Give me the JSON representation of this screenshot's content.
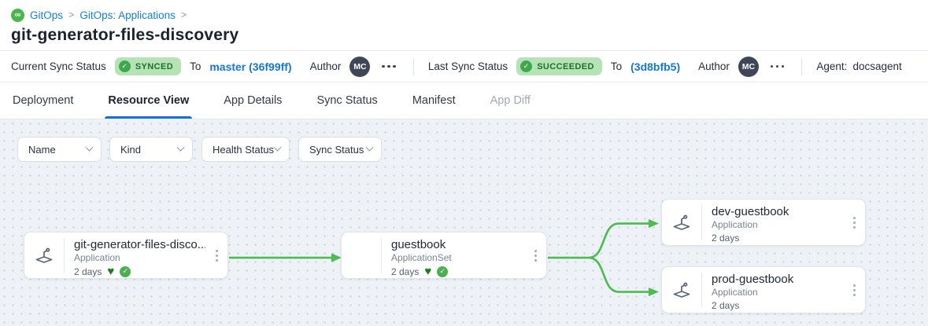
{
  "colors": {
    "link_blue": "#1580d8",
    "revision_blue": "#1478d1",
    "tab_accent_blue": "#1173d4",
    "edge_green": "#4cbb50",
    "badge_bg_green": "#b5e3b6",
    "badge_text_green": "#1e6f2d",
    "logo_green": "#49b749",
    "graph_bg": "#eef2f7"
  },
  "breadcrumb": {
    "separator": ">",
    "items": [
      "GitOps",
      "GitOps: Applications"
    ]
  },
  "page": {
    "title": "git-generator-files-discovery"
  },
  "status_bar": {
    "current_sync": {
      "label": "Current Sync Status",
      "badge": "SYNCED",
      "to_label": "To",
      "revision": "master (36f99ff)",
      "author_label": "Author",
      "author_initials": "MC"
    },
    "last_sync": {
      "label": "Last Sync Status",
      "badge": "SUCCEEDED",
      "to_label": "To",
      "revision": "(3d8bfb5)",
      "author_label": "Author",
      "author_initials": "MC"
    },
    "agent": {
      "label": "Agent:",
      "value": "docsagent"
    }
  },
  "tabs": [
    {
      "label": "Deployment"
    },
    {
      "label": "Resource View",
      "active": true
    },
    {
      "label": "App Details"
    },
    {
      "label": "Sync Status"
    },
    {
      "label": "Manifest"
    },
    {
      "label": "App Diff",
      "disabled": true
    }
  ],
  "filters": [
    {
      "label": "Name"
    },
    {
      "label": "Kind"
    },
    {
      "label": "Health Status"
    },
    {
      "label": "Sync Status"
    }
  ],
  "graph": {
    "nodes": [
      {
        "title": "git-generator-files-disco...",
        "kind": "Application",
        "age": "2 days",
        "health": "healthy",
        "sync": "synced"
      },
      {
        "title": "guestbook",
        "kind": "ApplicationSet",
        "age": "2 days",
        "health": "healthy",
        "sync": "synced"
      },
      {
        "title": "dev-guestbook",
        "kind": "Application",
        "age": "2 days"
      },
      {
        "title": "prod-guestbook",
        "kind": "Application",
        "age": "2 days"
      }
    ],
    "edges": [
      {
        "from": "git-generator-files-disco...",
        "to": "guestbook"
      },
      {
        "from": "guestbook",
        "to": "dev-guestbook"
      },
      {
        "from": "guestbook",
        "to": "prod-guestbook"
      }
    ]
  }
}
